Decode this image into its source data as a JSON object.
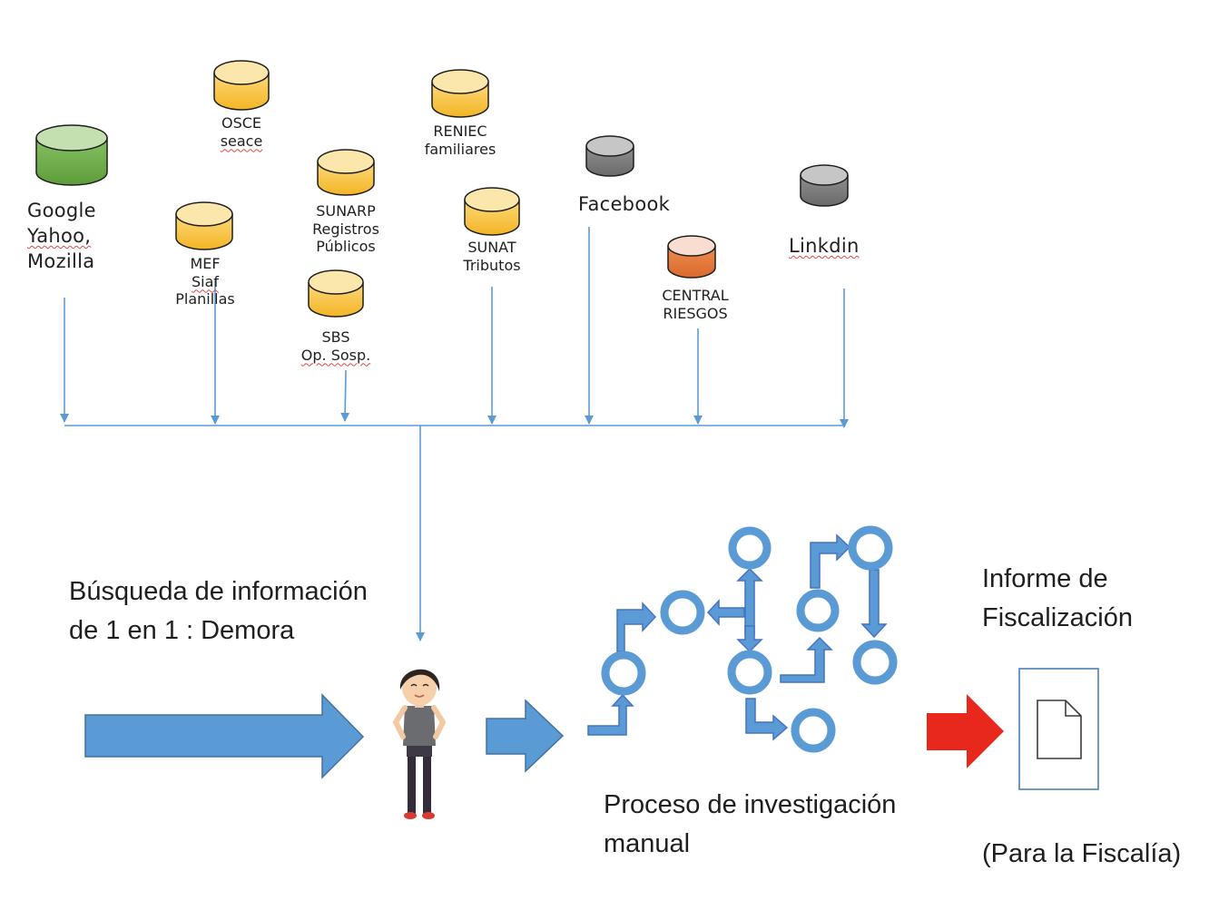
{
  "colors": {
    "yellow_db": "#f8c242",
    "green_db": "#70ad47",
    "gray_db": "#7f7f7f",
    "orange_db": "#e0773b",
    "connector": "#5b9bd5",
    "arrow_blue": "#5b9bd5",
    "arrow_red": "#e8281c",
    "doc_border": "#4a7ebb"
  },
  "sources": {
    "google": [
      "Google",
      "Yahoo,",
      "Mozilla"
    ],
    "osce": [
      "OSCE",
      "seace"
    ],
    "mef": [
      "MEF",
      "Siaf",
      "Planillas"
    ],
    "sunarp": [
      "SUNARP",
      "Registros",
      "Públicos"
    ],
    "sbs": [
      "SBS",
      "Op. Sosp."
    ],
    "reniec": [
      "RENIEC",
      "familiares"
    ],
    "sunat": [
      "SUNAT",
      "Tributos"
    ],
    "facebook": [
      "Facebook"
    ],
    "central": [
      "CENTRAL",
      "RIESGOS"
    ],
    "linkdin": [
      "Linkdin"
    ]
  },
  "busqueda": [
    "Búsqueda de información",
    "de 1 en 1 : Demora"
  ],
  "proceso": [
    "Proceso de investigación",
    "manual"
  ],
  "informe": [
    "Informe de",
    "Fiscalización"
  ],
  "fiscalia": "(Para la Fiscalía)",
  "icons": {
    "person": "person-icon",
    "workflow": "workflow-diagram",
    "document": "document-icon",
    "database": "database-icon"
  }
}
